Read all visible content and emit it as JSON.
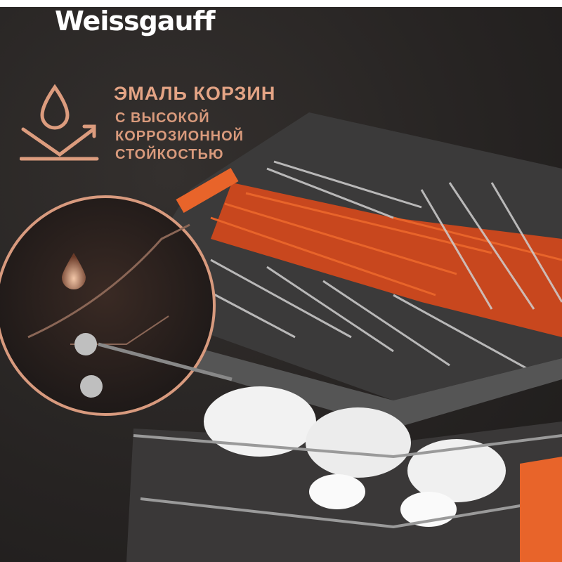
{
  "brand": "Weissgauff",
  "feature": {
    "title": "ЭМАЛЬ КОРЗИН",
    "lines": [
      "С ВЫСОКОЙ",
      "КОРРОЗИОННОЙ",
      "СТОЙКОСТЬЮ"
    ],
    "icon": "water-drop-repel-icon"
  },
  "colors": {
    "accent": "#e4a485",
    "background": "#262322",
    "rack_orange": "#e8642a"
  }
}
